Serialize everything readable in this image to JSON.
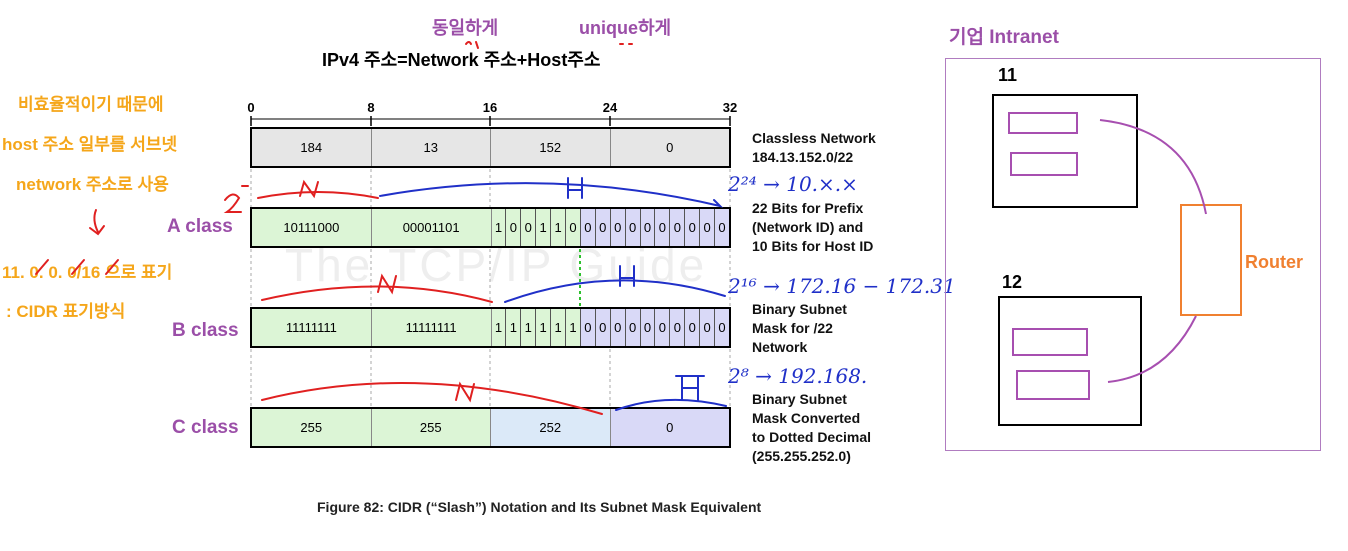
{
  "annotations": {
    "same_label": "동일하게",
    "unique_label": "unique하게",
    "main_formula": "IPv4 주소=Network 주소+Host주소",
    "left_note_1": "비효율적이기 때문에",
    "left_note_2": "host 주소 일부를 서브넷",
    "left_note_3": "network 주소로 사용",
    "cidr_example": "11. 0. 0. 0/16 으로 표기",
    "cidr_note": ": CIDR 표기방식",
    "class_a": "A class",
    "class_b": "B class",
    "class_c": "C class",
    "hw_a_power": "2²⁴ → 10.×.×",
    "hw_b_power": "2¹⁶ → 172.16 − 172.31",
    "hw_c_power": "2⁸ → 192.168.",
    "hw_n": "N",
    "hw_h": "H"
  },
  "diagram": {
    "ticks": [
      "0",
      "8",
      "16",
      "24",
      "32"
    ],
    "row1": [
      "184",
      "13",
      "152",
      "0"
    ],
    "row2_octets": [
      "10111000",
      "00001101"
    ],
    "row2_bits": [
      "1",
      "0",
      "0",
      "1",
      "1",
      "0",
      "0",
      "0",
      "0",
      "0",
      "0",
      "0",
      "0",
      "0",
      "0",
      "0"
    ],
    "row3_octets": [
      "11111111",
      "11111111"
    ],
    "row3_bits": [
      "1",
      "1",
      "1",
      "1",
      "1",
      "1",
      "0",
      "0",
      "0",
      "0",
      "0",
      "0",
      "0",
      "0",
      "0",
      "0"
    ],
    "row4": [
      "255",
      "255",
      "252",
      "0"
    ],
    "desc1_a": "Classless Network",
    "desc1_b": "184.13.152.0/22",
    "desc2_a": "22 Bits for Prefix",
    "desc2_b": "(Network ID) and",
    "desc2_c": "10 Bits for Host ID",
    "desc3_a": "Binary Subnet",
    "desc3_b": "Mask for /22",
    "desc3_c": "Network",
    "desc4_a": "Binary Subnet",
    "desc4_b": "Mask Converted",
    "desc4_c": "to Dotted Decimal",
    "desc4_d": "(255.255.252.0)",
    "watermark": "The TCP/IP Guide",
    "caption": "Figure 82: CIDR (“Slash”) Notation and Its Subnet Mask Equivalent"
  },
  "intranet": {
    "title": "기업 Intranet",
    "net1": "11",
    "net2": "12",
    "router": "Router"
  },
  "colors": {
    "purple": "#9b4fa8",
    "orange": "#f5a61a",
    "router_orange": "#f08030",
    "ink_red": "#e02020",
    "ink_blue": "#2030c8"
  }
}
